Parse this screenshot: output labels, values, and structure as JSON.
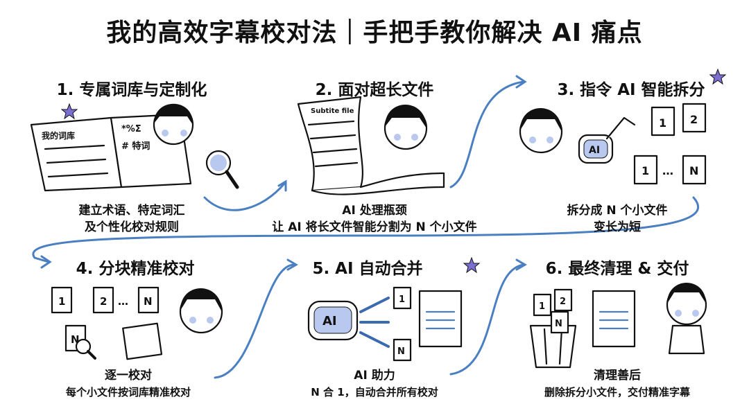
{
  "title": "我的高效字幕校对法｜手把手教你解决 AI 痛点",
  "steps": [
    {
      "title": "1. 专属词库与定制化",
      "caption": "建立术语、特定词汇",
      "subcaption": "及个性化校对规则",
      "illustration_text": {
        "book_label": "我的词库",
        "symbols": "*%Σ",
        "term": "# 特词"
      }
    },
    {
      "title": "2. 面对超长文件",
      "caption": "AI 处理瓶颈",
      "subcaption": "让 AI 将长文件智能分割为 N 个小文件",
      "illustration_text": {
        "scroll_label": "Subtite file"
      }
    },
    {
      "title": "3. 指令 AI 智能拆分",
      "caption": "拆分成 N 个小文件",
      "subcaption": "变长为短",
      "illustration_text": {
        "robot_label": "AI",
        "files": [
          "1",
          "2",
          "1",
          "N"
        ],
        "ellipsis": "…"
      }
    },
    {
      "title": "4. 分块精准校对",
      "caption": "逐一校对",
      "subcaption": "每个小文件按词库精准校对",
      "illustration_text": {
        "files": [
          "1",
          "2",
          "N",
          "N"
        ],
        "ellipsis": "…"
      }
    },
    {
      "title": "5. AI 自动合并",
      "caption": "AI 助力",
      "subcaption": "N 合 1，自动合并所有校对",
      "illustration_text": {
        "robot_label": "AI",
        "files": [
          "1",
          "N"
        ]
      }
    },
    {
      "title": "6. 最终清理 & 交付",
      "caption": "清理善后",
      "subcaption": "删除拆分小文件，交付精准字幕",
      "illustration_text": {
        "files": [
          "1",
          "2",
          "N"
        ]
      }
    }
  ],
  "colors": {
    "arrow": "#4a7fc1",
    "accent": "#b9c8ee",
    "ink": "#111111"
  },
  "icons": [
    "book-icon",
    "magnifier-icon",
    "scroll-icon",
    "robot-icon",
    "file-icon",
    "trash-icon",
    "star-icon",
    "girl-character"
  ]
}
